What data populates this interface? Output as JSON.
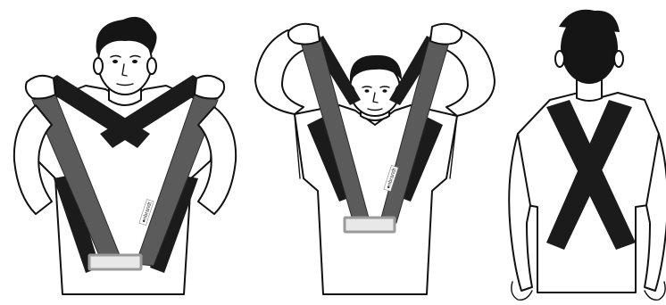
{
  "figures": [
    {
      "id": "step-1",
      "label_text": "●nbrandt"
    },
    {
      "id": "step-2",
      "label_text": "●nbrandt"
    },
    {
      "id": "step-3"
    }
  ],
  "colors": {
    "strap_grey": "#5b5b5b",
    "strap_dark": "#1b1b1b",
    "buckle": "#e8e8e8",
    "hair": "#151515"
  }
}
